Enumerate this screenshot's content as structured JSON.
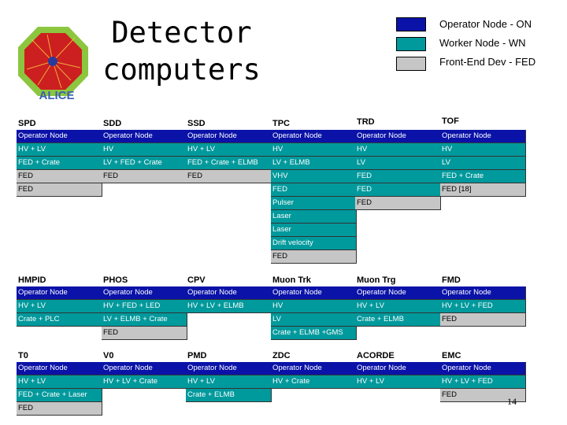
{
  "slide": {
    "title_line1": "Detector",
    "title_line2": "computers",
    "page_number": "14",
    "logo_text": "ALICE"
  },
  "legend": [
    {
      "label": "Operator Node - ON",
      "color": "#0a12a8"
    },
    {
      "label": "Worker Node - WN",
      "color": "#00999c"
    },
    {
      "label": "Front-End Dev - FED",
      "color": "#c6c6c6"
    }
  ],
  "colors": {
    "operator_node": "#0a12a8",
    "worker_node": "#00999c",
    "front_end_dev": "#c6c6c6"
  },
  "rows": [
    {
      "detectors": [
        {
          "name": "SPD",
          "cells": [
            {
              "text": "Operator Node",
              "kind": "on"
            },
            {
              "text": "HV + LV",
              "kind": "wn"
            },
            {
              "text": "FED + Crate",
              "kind": "wn"
            },
            {
              "text": "FED",
              "kind": "fed"
            },
            {
              "text": "FED",
              "kind": "fed"
            }
          ]
        },
        {
          "name": "SDD",
          "cells": [
            {
              "text": "Operator Node",
              "kind": "on"
            },
            {
              "text": "HV",
              "kind": "wn"
            },
            {
              "text": "LV + FED + Crate",
              "kind": "wn"
            },
            {
              "text": "FED",
              "kind": "fed"
            }
          ]
        },
        {
          "name": "SSD",
          "cells": [
            {
              "text": "Operator Node",
              "kind": "on"
            },
            {
              "text": "HV + LV",
              "kind": "wn"
            },
            {
              "text": "FED + Crate + ELMB",
              "kind": "wn"
            },
            {
              "text": "FED",
              "kind": "fed"
            }
          ]
        },
        {
          "name": "TPC",
          "cells": [
            {
              "text": "Operator Node",
              "kind": "on"
            },
            {
              "text": "HV",
              "kind": "wn"
            },
            {
              "text": "LV + ELMB",
              "kind": "wn"
            },
            {
              "text": "VHV",
              "kind": "wn"
            },
            {
              "text": "FED",
              "kind": "wn"
            },
            {
              "text": "Pulser",
              "kind": "wn"
            },
            {
              "text": "Laser",
              "kind": "wn"
            },
            {
              "text": "Laser",
              "kind": "wn"
            },
            {
              "text": "Drift velocity",
              "kind": "wn"
            },
            {
              "text": "FED",
              "kind": "fed"
            }
          ]
        },
        {
          "name": "TRD",
          "cells": [
            {
              "text": "Operator Node",
              "kind": "on"
            },
            {
              "text": "HV",
              "kind": "wn"
            },
            {
              "text": "LV",
              "kind": "wn"
            },
            {
              "text": "FED",
              "kind": "wn"
            },
            {
              "text": "FED",
              "kind": "wn"
            },
            {
              "text": "FED",
              "kind": "fed"
            }
          ]
        },
        {
          "name": "TOF",
          "cells": [
            {
              "text": "Operator Node",
              "kind": "on"
            },
            {
              "text": "HV",
              "kind": "wn"
            },
            {
              "text": "LV",
              "kind": "wn"
            },
            {
              "text": "FED + Crate",
              "kind": "wn"
            },
            {
              "text": "FED [18]",
              "kind": "fed"
            }
          ]
        }
      ]
    },
    {
      "detectors": [
        {
          "name": "HMPID",
          "cells": [
            {
              "text": "Operator Node",
              "kind": "on"
            },
            {
              "text": "HV + LV",
              "kind": "wn"
            },
            {
              "text": "Crate + PLC",
              "kind": "wn"
            }
          ]
        },
        {
          "name": "PHOS",
          "cells": [
            {
              "text": "Operator Node",
              "kind": "on"
            },
            {
              "text": "HV + FED + LED",
              "kind": "wn"
            },
            {
              "text": "LV + ELMB + Crate",
              "kind": "wn"
            },
            {
              "text": "FED",
              "kind": "fed"
            }
          ]
        },
        {
          "name": "CPV",
          "cells": [
            {
              "text": "Operator Node",
              "kind": "on"
            },
            {
              "text": "HV + LV + ELMB",
              "kind": "wn"
            }
          ]
        },
        {
          "name": "Muon Trk",
          "cells": [
            {
              "text": "Operator Node",
              "kind": "on"
            },
            {
              "text": "HV",
              "kind": "wn"
            },
            {
              "text": "LV",
              "kind": "wn"
            },
            {
              "text": "Crate + ELMB +GMS",
              "kind": "wn"
            }
          ]
        },
        {
          "name": "Muon Trg",
          "cells": [
            {
              "text": "Operator Node",
              "kind": "on"
            },
            {
              "text": "HV + LV",
              "kind": "wn"
            },
            {
              "text": "Crate + ELMB",
              "kind": "wn"
            }
          ]
        },
        {
          "name": "FMD",
          "cells": [
            {
              "text": "Operator Node",
              "kind": "on"
            },
            {
              "text": "HV + LV + FED",
              "kind": "wn"
            },
            {
              "text": "FED",
              "kind": "fed"
            }
          ]
        }
      ]
    },
    {
      "detectors": [
        {
          "name": "T0",
          "cells": [
            {
              "text": "Operator Node",
              "kind": "on"
            },
            {
              "text": "HV + LV",
              "kind": "wn"
            },
            {
              "text": "FED + Crate + Laser",
              "kind": "wn"
            },
            {
              "text": "FED",
              "kind": "fed"
            }
          ]
        },
        {
          "name": "V0",
          "cells": [
            {
              "text": "Operator Node",
              "kind": "on"
            },
            {
              "text": "HV + LV + Crate",
              "kind": "wn"
            }
          ]
        },
        {
          "name": "PMD",
          "cells": [
            {
              "text": "Operator Node",
              "kind": "on"
            },
            {
              "text": "HV + LV",
              "kind": "wn"
            },
            {
              "text": "Crate + ELMB",
              "kind": "wn"
            }
          ]
        },
        {
          "name": "ZDC",
          "cells": [
            {
              "text": "Operator Node",
              "kind": "on"
            },
            {
              "text": "HV + Crate",
              "kind": "wn"
            }
          ]
        },
        {
          "name": "ACORDE",
          "cells": [
            {
              "text": "Operator Node",
              "kind": "on"
            },
            {
              "text": "HV + LV",
              "kind": "wn"
            }
          ]
        },
        {
          "name": "EMC",
          "cells": [
            {
              "text": "Operator Node",
              "kind": "on"
            },
            {
              "text": "HV + LV + FED",
              "kind": "wn"
            },
            {
              "text": "FED",
              "kind": "fed"
            }
          ]
        }
      ]
    }
  ]
}
